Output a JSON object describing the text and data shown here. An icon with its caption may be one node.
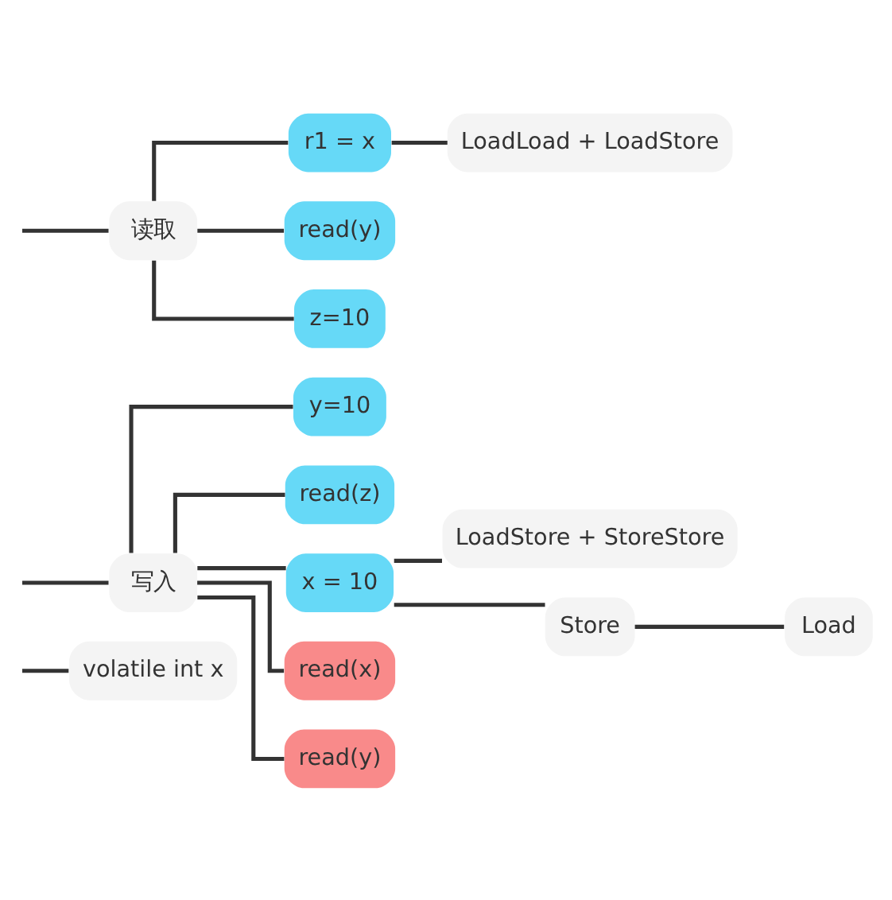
{
  "diagram": {
    "nodes": [
      {
        "text": [
          "volatile int x"
        ]
      },
      {
        "text": [
          "写入"
        ]
      },
      {
        "text": [
          "y=10"
        ]
      },
      {
        "text": [
          "read(z)"
        ]
      },
      {
        "text": [
          "x = 10"
        ]
      },
      {
        "text": [
          "LoadStore + StoreStore"
        ]
      },
      {
        "text": [
          "Store"
        ]
      },
      {
        "text": [
          "Load"
        ]
      },
      {
        "text": [
          "read(x)"
        ]
      },
      {
        "text": [
          "read(y)"
        ]
      },
      {
        "text": [
          "读取"
        ]
      },
      {
        "text": [
          "r1 = x"
        ]
      },
      {
        "text": [
          "LoadLoad + LoadStore"
        ]
      },
      {
        "text": [
          "read(y)"
        ]
      },
      {
        "text": [
          "z=10"
        ]
      }
    ],
    "edges": [
      {
        "from": null,
        "to": 0,
        "arrow": "none"
      },
      {
        "from": null,
        "to": 1,
        "arrow": "none"
      },
      {
        "from": null,
        "to": 10,
        "arrow": "none"
      },
      {
        "from": 1,
        "to": 2,
        "arrow": "none"
      },
      {
        "from": 1,
        "to": 3,
        "arrow": "none"
      },
      {
        "from": 1,
        "to": 4,
        "arrow": "none"
      },
      {
        "from": 1,
        "to": 8,
        "arrow": "none"
      },
      {
        "from": 1,
        "to": 9,
        "arrow": "none"
      },
      {
        "from": 4,
        "to": 5,
        "arrow": "none"
      },
      {
        "from": 4,
        "to": 6,
        "arrow": "none"
      },
      {
        "from": 6,
        "to": 7,
        "arrow": "none"
      },
      {
        "from": 10,
        "to": 11,
        "arrow": "none"
      },
      {
        "from": 10,
        "to": 13,
        "arrow": "none"
      },
      {
        "from": 10,
        "to": 14,
        "arrow": "none"
      },
      {
        "from": 11,
        "to": 12,
        "arrow": "none"
      }
    ]
  }
}
